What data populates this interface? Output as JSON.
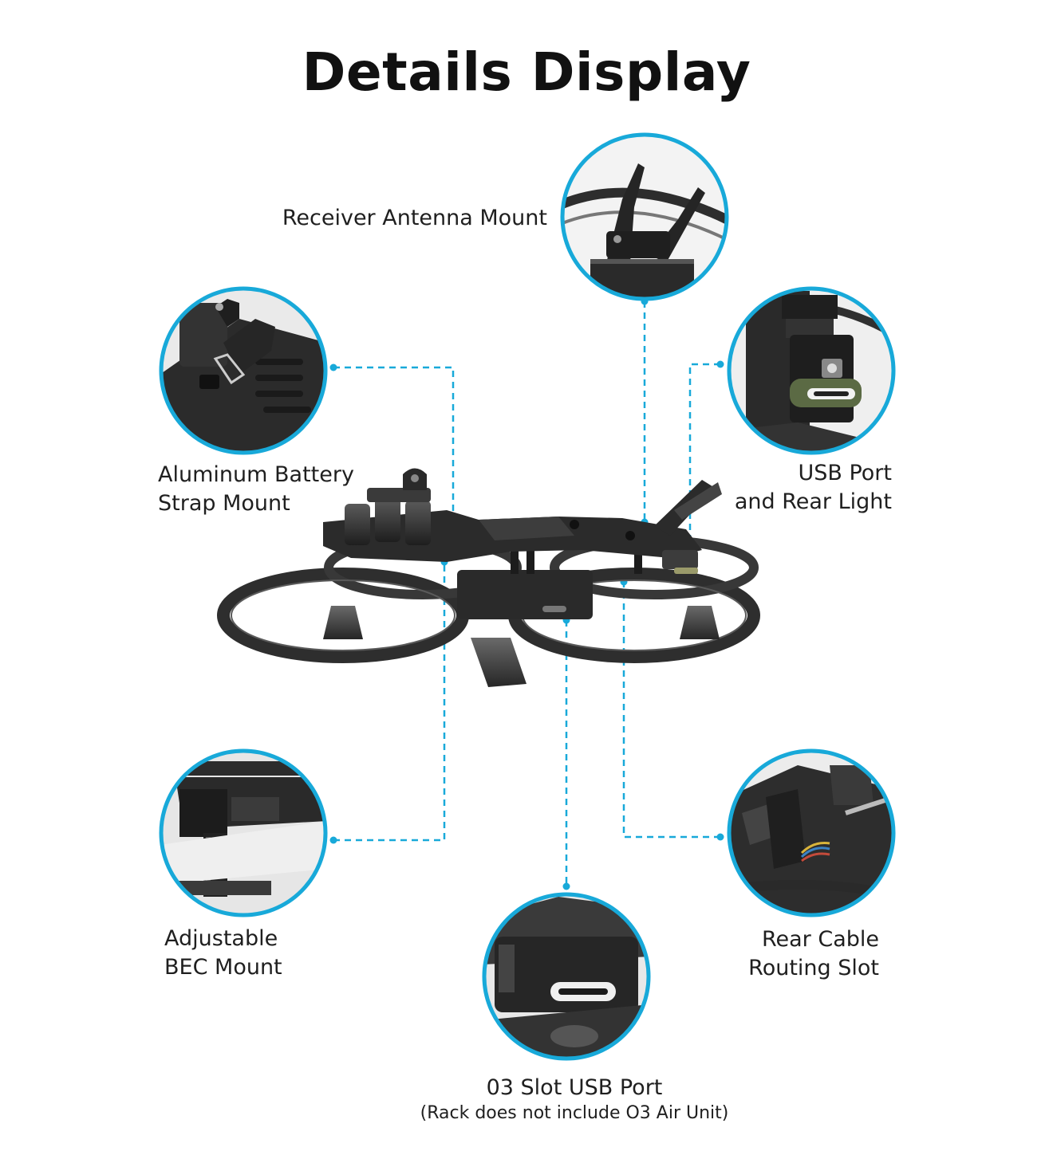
{
  "page": {
    "title": "Details Display"
  },
  "colors": {
    "accent": "#18a9d9",
    "frame_dark": "#2b2b2b",
    "frame_mid": "#4a4a4a",
    "text": "#1f1f1f"
  },
  "callouts": {
    "receiver_antenna": {
      "lines": [
        "Receiver Antenna Mount"
      ]
    },
    "battery_strap": {
      "lines": [
        "Aluminum Battery",
        "Strap Mount"
      ]
    },
    "usb_rear_light": {
      "lines": [
        "USB Port",
        "and Rear Light"
      ]
    },
    "bec_mount": {
      "lines": [
        "Adjustable",
        "BEC Mount"
      ]
    },
    "cable_slot": {
      "lines": [
        "Rear Cable",
        "Routing Slot"
      ]
    },
    "o3_usb": {
      "lines": [
        "03 Slot USB Port"
      ],
      "note": "(Rack does not include O3 Air Unit)"
    }
  }
}
